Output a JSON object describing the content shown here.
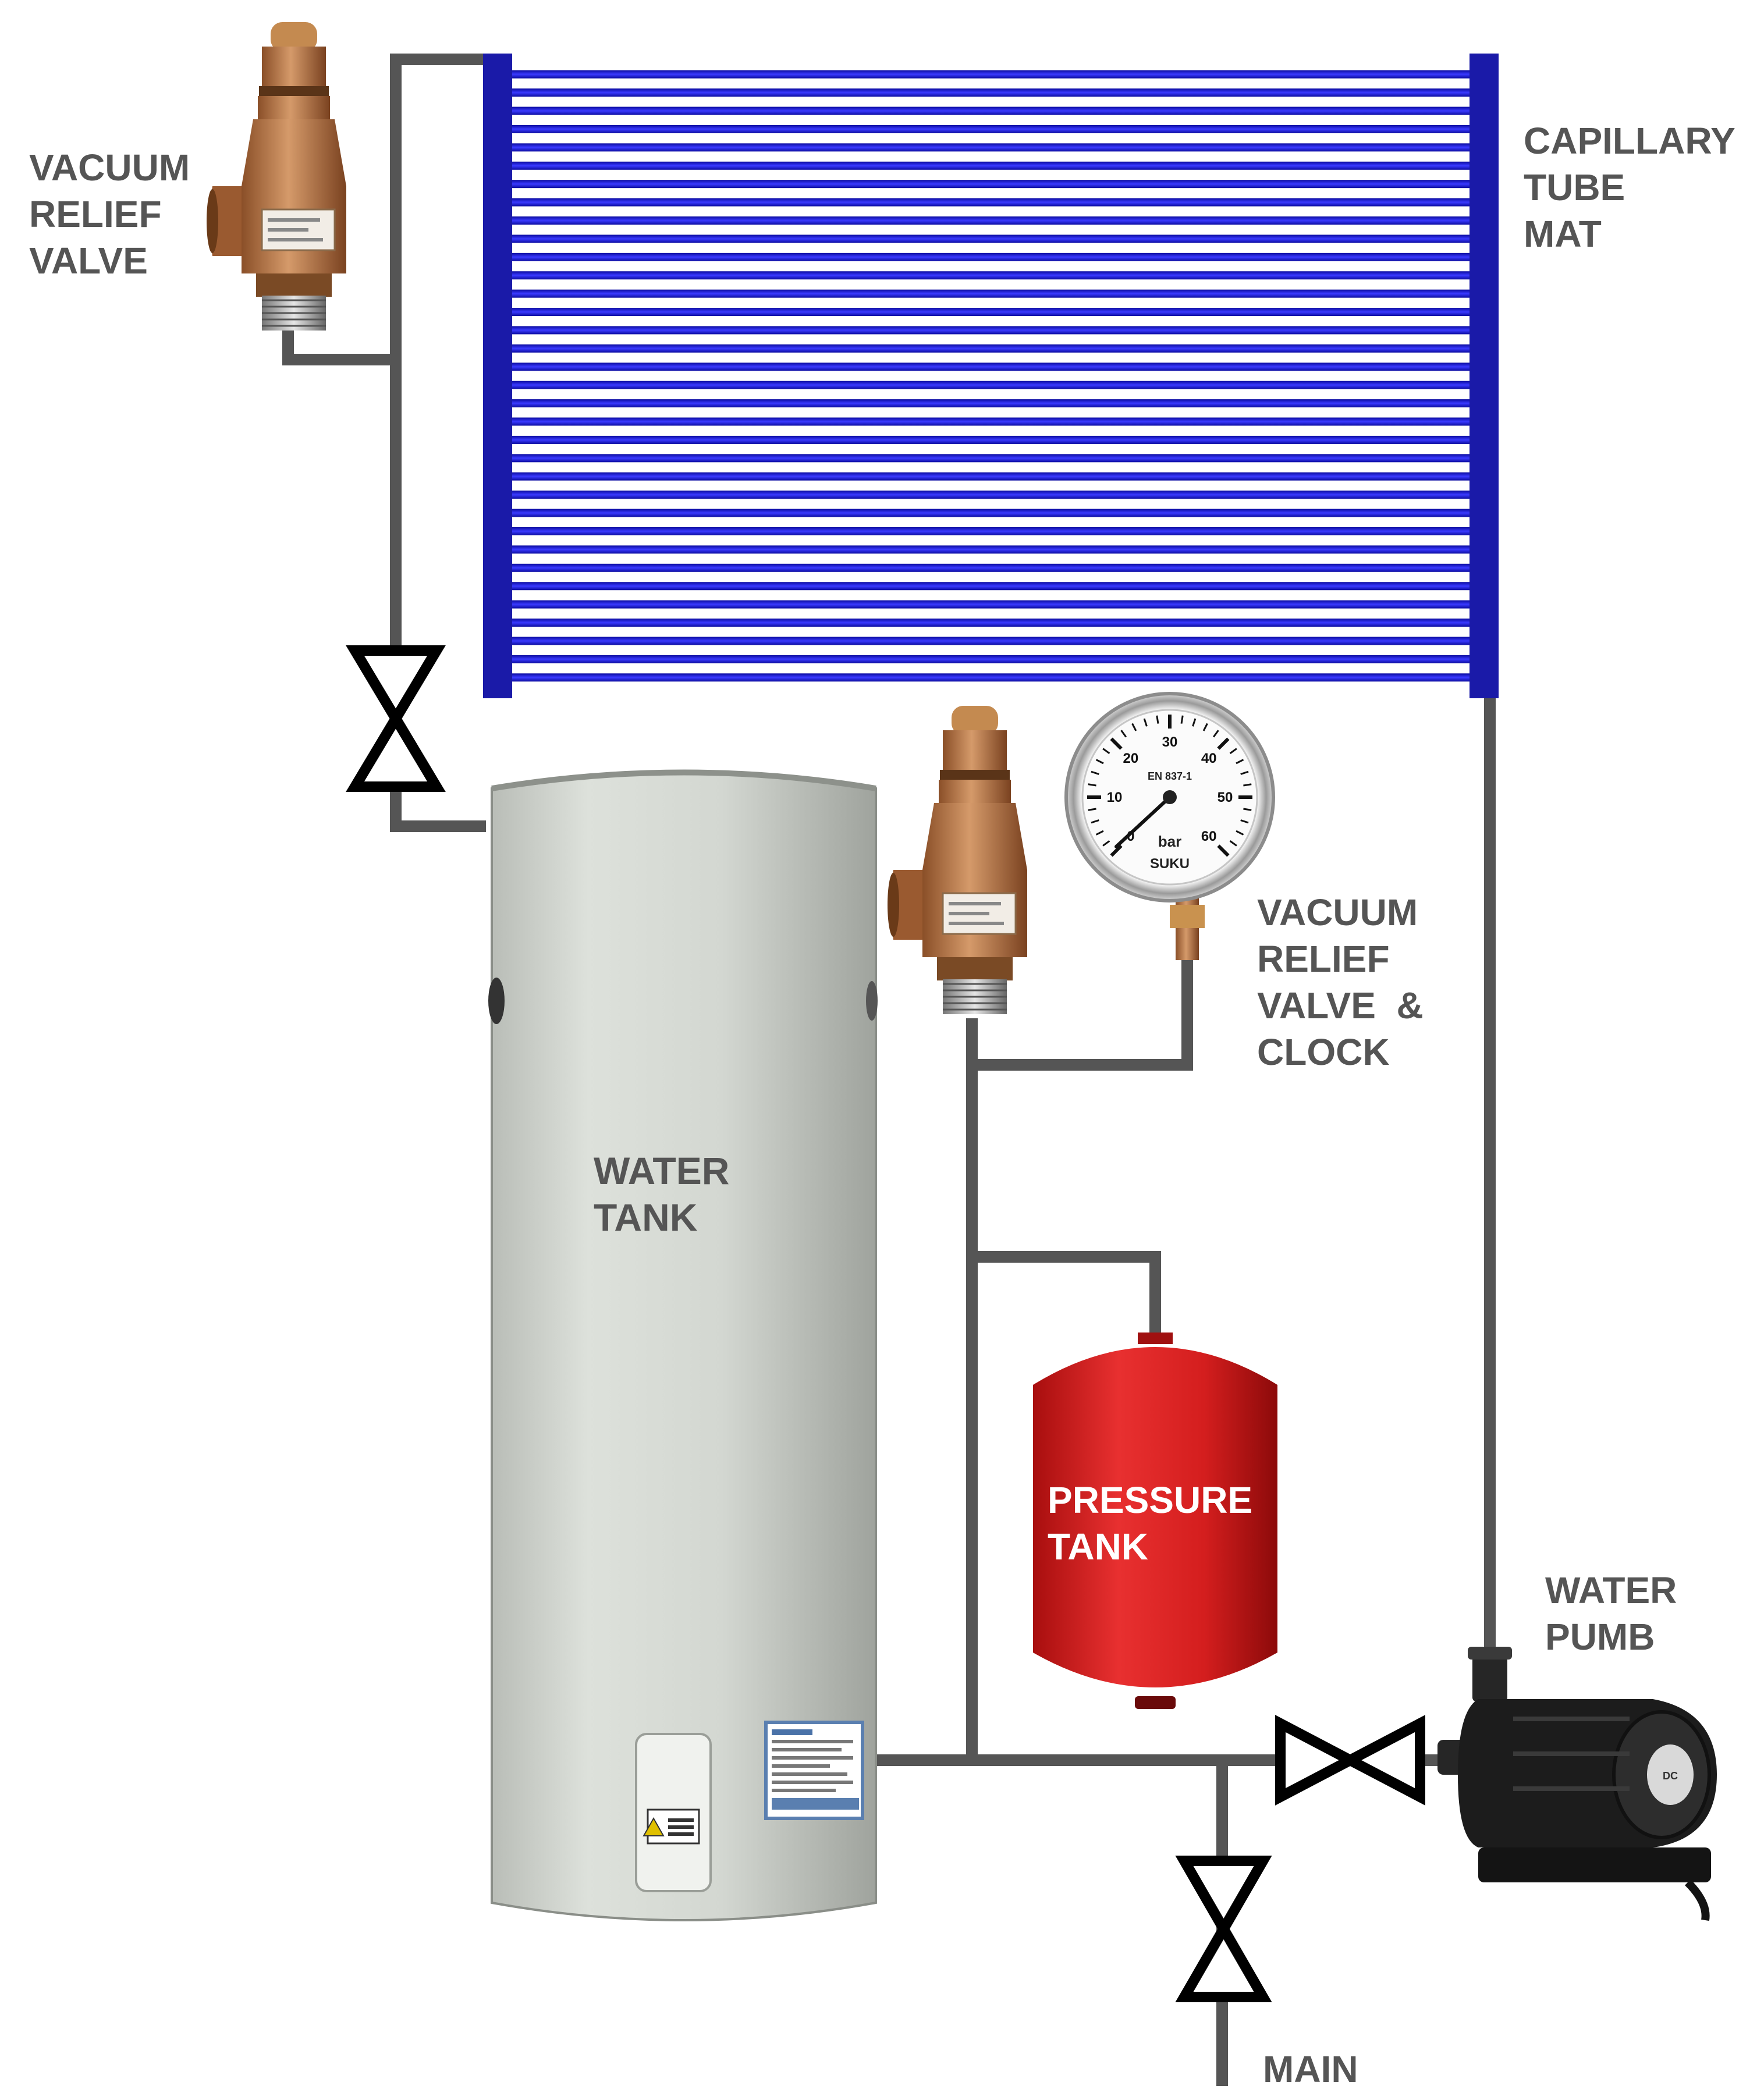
{
  "labels": {
    "vacuum_relief_valve_top": [
      "VACUUM",
      "RELIEF",
      "VALVE"
    ],
    "capillary_tube_mat": [
      "CAPILLARY",
      "TUBE",
      "MAT"
    ],
    "vacuum_relief_valve_clock": [
      "VACUUM",
      "RELIEF",
      "VALVE  &",
      "CLOCK"
    ],
    "water_tank": [
      "WATER",
      "TANK"
    ],
    "pressure_tank": [
      "PRESSURE",
      "TANK"
    ],
    "water_pumb": [
      "WATER",
      "PUMB"
    ],
    "main": "MAIN"
  },
  "gauge": {
    "ticks": [
      "0",
      "10",
      "20",
      "30",
      "40",
      "50",
      "60"
    ],
    "unit": "bar",
    "standard": "EN 837-1",
    "brand": "SUKU"
  },
  "colors": {
    "pipe": "#555555",
    "capillary_header": "#1a1aa8",
    "capillary_tube": "#1f1fc8",
    "tank_body": "#d6dad4",
    "pressure_tank": "#d42020",
    "valve_brass": "#b8703e",
    "pump": "#1c1c1c",
    "label_text": "#555555"
  },
  "icons": [
    "vacuum-relief-valve-icon",
    "pressure-gauge-icon",
    "gate-valve-icon",
    "water-pump-icon",
    "water-tank-icon",
    "pressure-tank-icon",
    "capillary-mat-icon"
  ]
}
